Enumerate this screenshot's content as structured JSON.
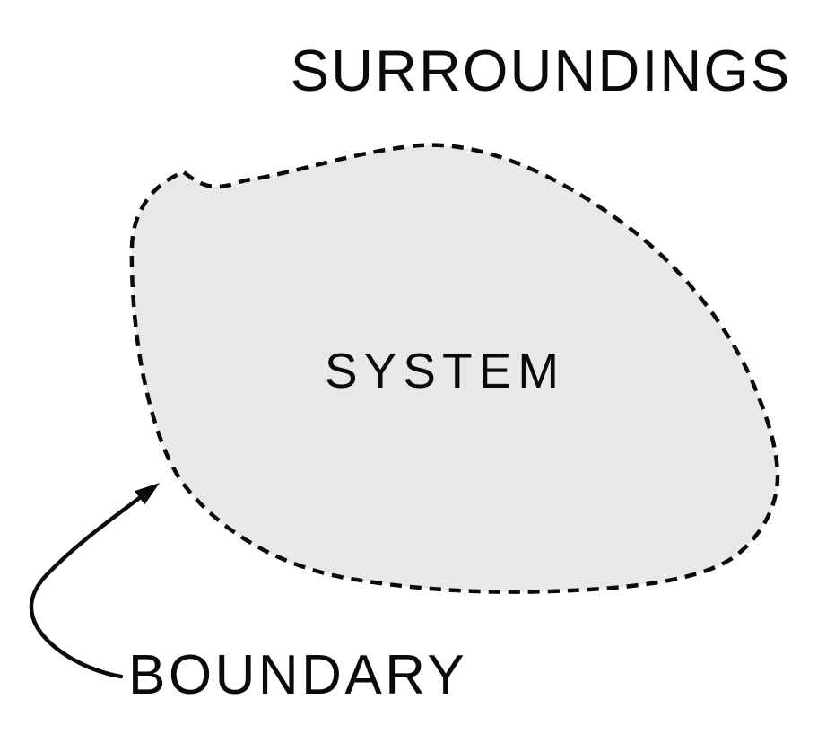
{
  "diagram": {
    "type": "system-boundary-diagram",
    "labels": {
      "surroundings": "SURROUNDINGS",
      "system": "SYSTEM",
      "boundary": "BOUNDARY"
    },
    "colors": {
      "background": "#ffffff",
      "system_fill": "#e8e8e8",
      "line": "#0a0a0a",
      "text": "#0a0a0a"
    }
  }
}
